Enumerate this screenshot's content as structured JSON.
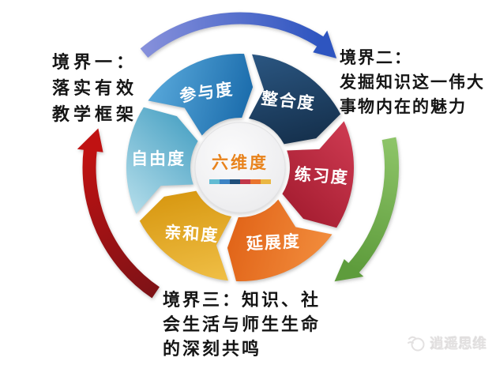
{
  "diagram": {
    "center_label": "六维度",
    "center_label_color": "#E8831C",
    "center_bar_colors": [
      "#62BBD3",
      "#3C83C4",
      "#1F4E79",
      "#C2384A",
      "#E9742E",
      "#EAB744"
    ],
    "segments": [
      {
        "label": "参与度",
        "color_from": "#55A5D8",
        "color_to": "#1E6FAE"
      },
      {
        "label": "整合度",
        "color_from": "#2A5580",
        "color_to": "#16324F"
      },
      {
        "label": "练习度",
        "color_from": "#CC3950",
        "color_to": "#A81F33"
      },
      {
        "label": "延展度",
        "color_from": "#F18B3B",
        "color_to": "#E2661A"
      },
      {
        "label": "亲和度",
        "color_from": "#EFBE45",
        "color_to": "#D99A14"
      },
      {
        "label": "自由度",
        "color_from": "#AEDAE8",
        "color_to": "#55A8C8"
      }
    ],
    "arrows": [
      {
        "name": "cycle-arrow-top",
        "start": -40,
        "end": 33,
        "radius": 189,
        "width": 15,
        "color_from": "#8690DB",
        "color_to": "#2E55C0"
      },
      {
        "name": "cycle-arrow-right",
        "start": 79,
        "end": 132,
        "radius": 192,
        "width": 18,
        "color_from": "#8DC468",
        "color_to": "#5E9C3C"
      },
      {
        "name": "cycle-arrow-left",
        "start": 214,
        "end": 277,
        "radius": 191,
        "width": 17,
        "color_from": "#7E1216",
        "color_to": "#C01212"
      }
    ]
  },
  "annotations": {
    "realm1": {
      "lines": [
        "境界一：",
        "落实有效",
        "教学框架"
      ]
    },
    "realm2": {
      "lines": [
        "境界二：",
        "发掘知识这一伟大",
        "事物内在的魅力"
      ]
    },
    "realm3": {
      "lines": [
        "境界三：知识、社",
        "会生活与师生生命",
        "的深刻共鸣"
      ]
    }
  },
  "watermark": {
    "text": "逍遥思维"
  }
}
